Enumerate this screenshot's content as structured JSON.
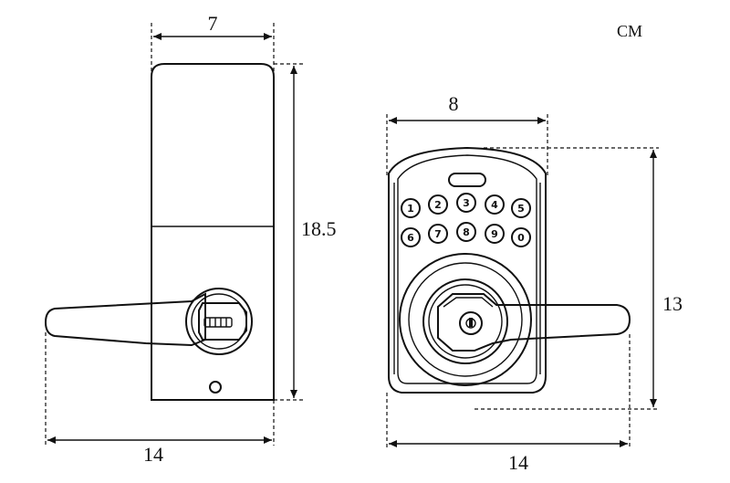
{
  "unit_label": "CM",
  "side_view": {
    "width_label": "7",
    "height_label": "18.5",
    "lever_length_label": "14"
  },
  "front_view": {
    "width_label": "8",
    "height_label": "13",
    "lever_length_label": "14",
    "keypad_keys": [
      "1",
      "2",
      "3",
      "4",
      "5",
      "6",
      "7",
      "8",
      "9",
      "0"
    ]
  }
}
